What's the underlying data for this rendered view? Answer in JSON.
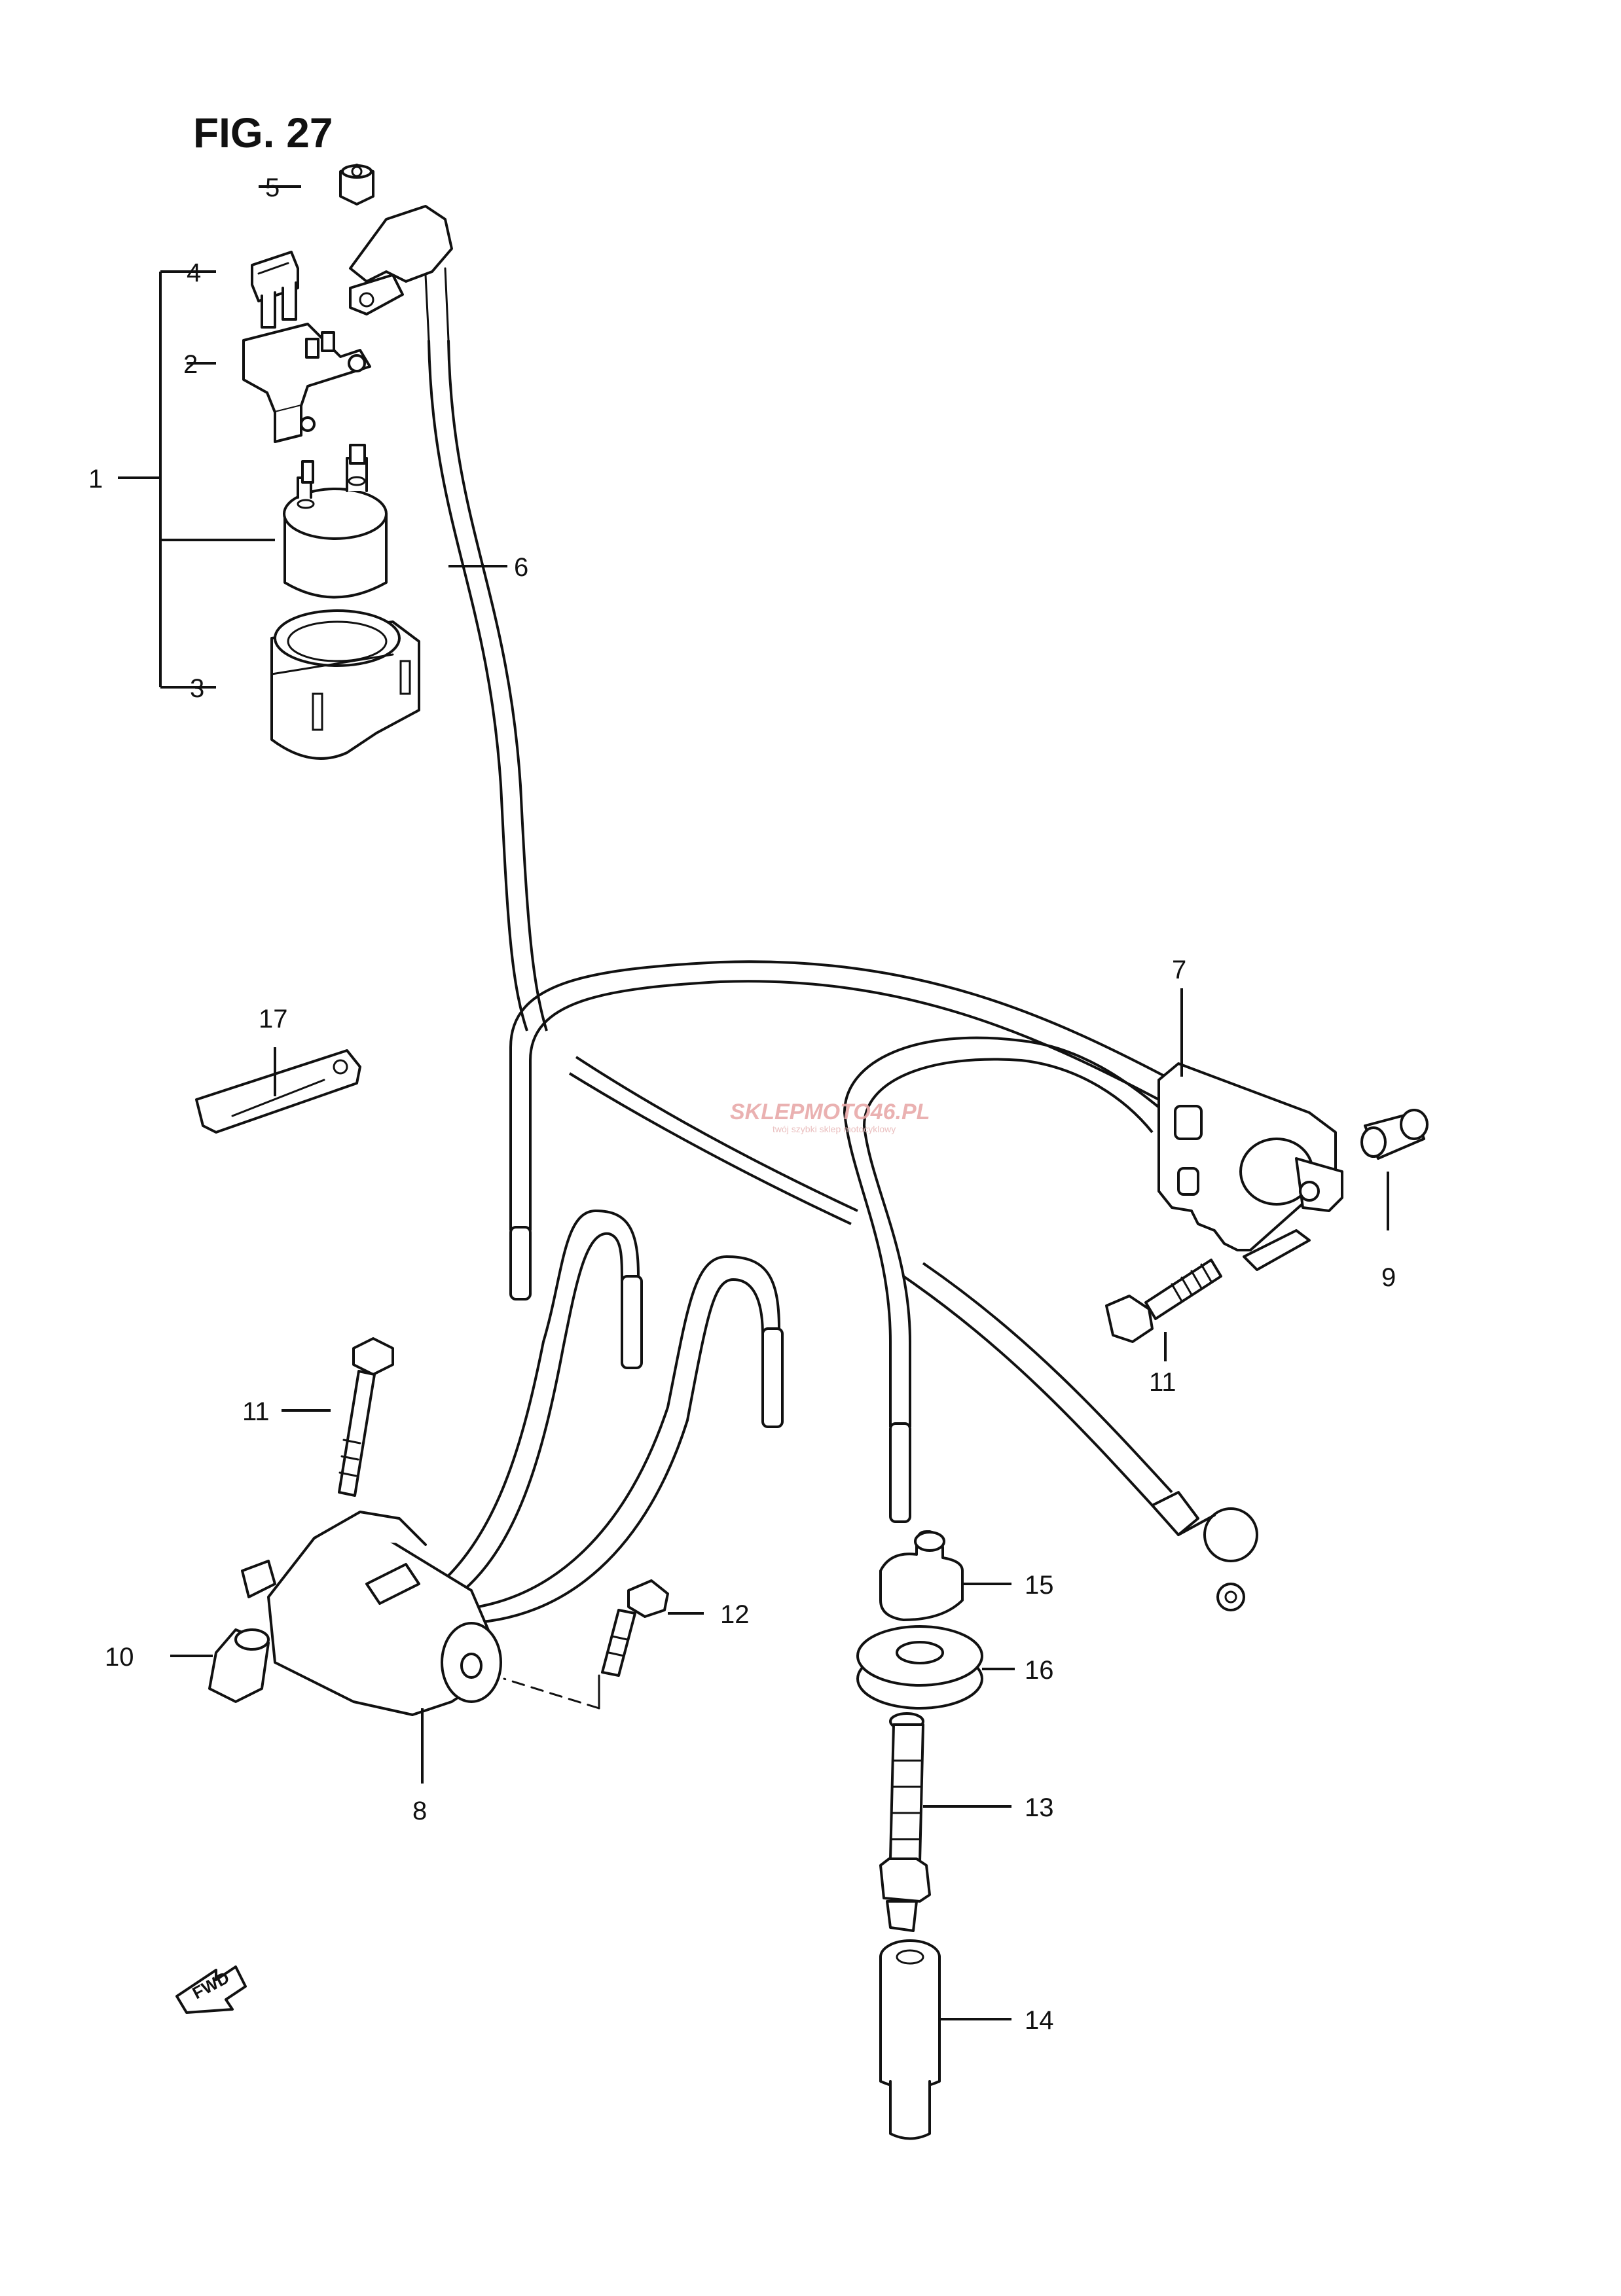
{
  "figure": {
    "title": "FIG. 27",
    "orientation_label": "FWD",
    "watermark": {
      "main": "SKLEPMOTO46.PL",
      "sub": "twój szybki sklep motocyklowy"
    }
  },
  "callouts": {
    "c1": "1",
    "c2": "2",
    "c3": "3",
    "c4": "4",
    "c5": "5",
    "c6": "6",
    "c7": "7",
    "c8": "8",
    "c9": "9",
    "c10": "10",
    "c11a": "11",
    "c11b": "11",
    "c12": "12",
    "c13": "13",
    "c14": "14",
    "c15": "15",
    "c16": "16",
    "c17": "17"
  }
}
